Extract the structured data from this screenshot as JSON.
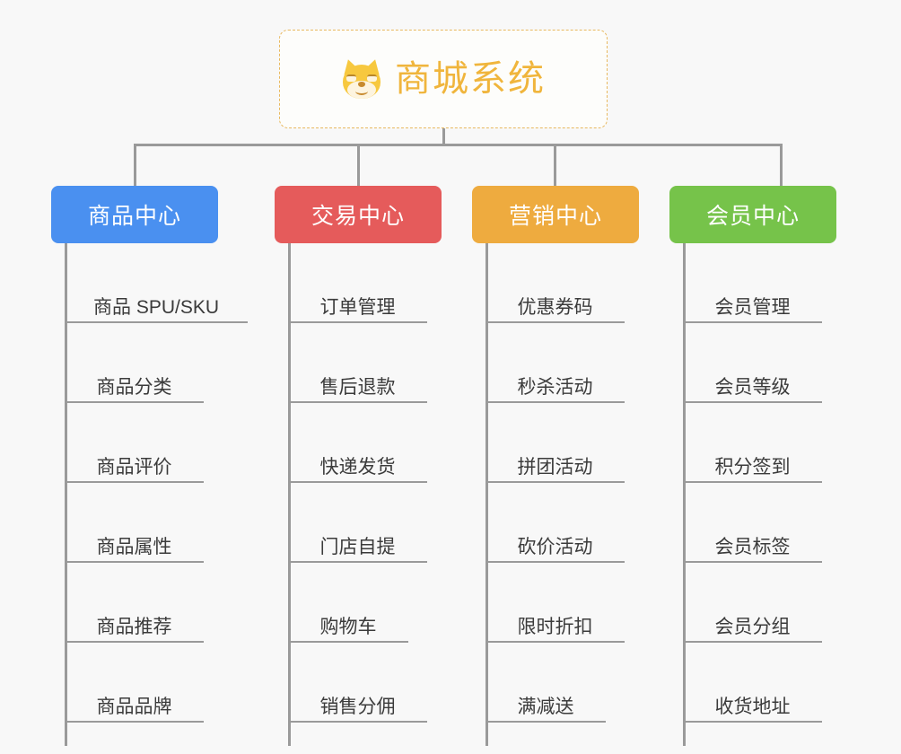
{
  "diagram": {
    "type": "organization-tree",
    "background_color": "#f8f8f8",
    "root": {
      "title": "商城系统",
      "icon": "dog-face-icon",
      "border_color": "#e8b960",
      "text_color": "#f0b53c"
    },
    "connector_color": "#9a9a9a",
    "categories": [
      {
        "label": "商品中心",
        "color": "#4a90f0",
        "items": [
          "商品 SPU/SKU",
          "商品分类",
          "商品评价",
          "商品属性",
          "商品推荐",
          "商品品牌"
        ]
      },
      {
        "label": "交易中心",
        "color": "#e55b5b",
        "items": [
          "订单管理",
          "售后退款",
          "快递发货",
          "门店自提",
          "购物车",
          "销售分佣"
        ]
      },
      {
        "label": "营销中心",
        "color": "#eeab3f",
        "items": [
          "优惠券码",
          "秒杀活动",
          "拼团活动",
          "砍价活动",
          "限时折扣",
          "满减送"
        ]
      },
      {
        "label": "会员中心",
        "color": "#76c34a",
        "items": [
          "会员管理",
          "会员等级",
          "积分签到",
          "会员标签",
          "会员分组",
          "收货地址"
        ]
      }
    ]
  }
}
